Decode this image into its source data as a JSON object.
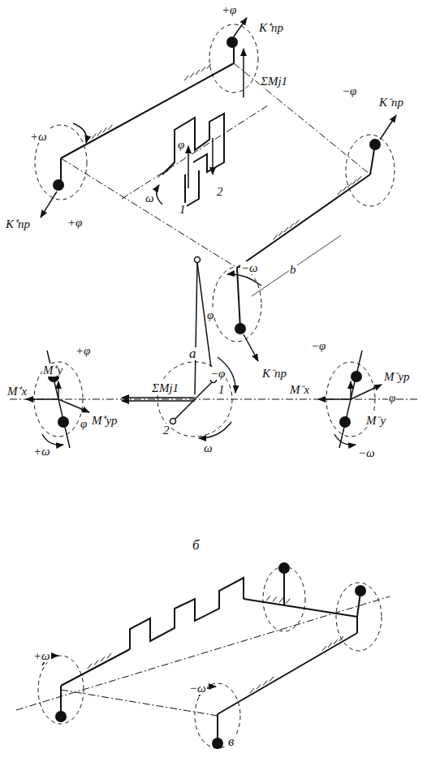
{
  "diagram": {
    "labels": [
      "+φ",
      "K⁺пр",
      "ΣMj1",
      "−φ",
      "K⁻пр",
      "+ω",
      "φ",
      "1",
      "2",
      "ω",
      "K⁺пр",
      "+φ",
      "−ω",
      "b",
      "−φ",
      "K⁻пр",
      "а",
      "φ",
      "1",
      "2",
      "ΣMj1",
      "ω",
      "+φ",
      "M⁺y",
      "M⁺x",
      "+ω",
      "φ",
      "M⁺ур",
      "−φ",
      "M⁻ур",
      "φ",
      "M⁻x",
      "M⁻y",
      "−ω",
      "б",
      "+ω",
      "−ω",
      "в"
    ]
  }
}
